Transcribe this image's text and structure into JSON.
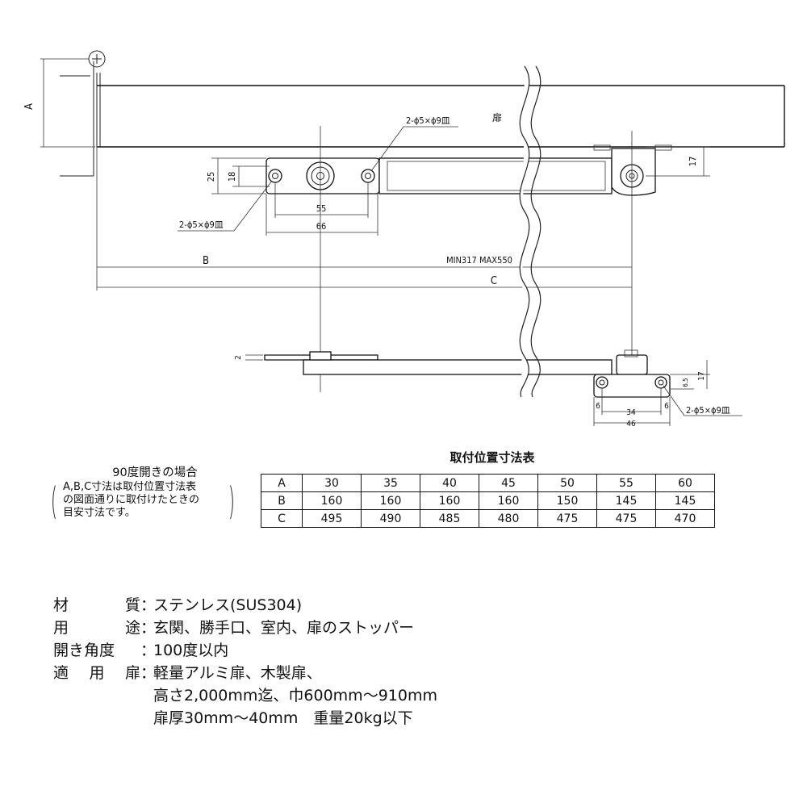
{
  "drawing": {
    "door_label": "扉",
    "hole_spec_upper": "2-ϕ5×ϕ9皿",
    "hole_spec_lower": "2-ϕ5×ϕ9皿",
    "hole_spec_bottom": "2-ϕ5×ϕ9皿",
    "dim_A": "A",
    "dim_B": "B",
    "dim_C": "C",
    "dim_25": "25",
    "dim_18": "18",
    "dim_55": "55",
    "dim_66": "66",
    "dim_17_top": "17",
    "dim_17_side": "17",
    "dim_6_5": "6.5",
    "dim_2": "2",
    "dim_6_left": "6",
    "dim_6_right": "6",
    "dim_34": "34",
    "dim_46": "46",
    "range_label": "MIN317  MAX550"
  },
  "table": {
    "title": "取付位置寸法表",
    "rows": [
      {
        "label": "A",
        "values": [
          "30",
          "35",
          "40",
          "45",
          "50",
          "55",
          "60"
        ]
      },
      {
        "label": "B",
        "values": [
          "160",
          "160",
          "160",
          "160",
          "150",
          "145",
          "145"
        ]
      },
      {
        "label": "C",
        "values": [
          "495",
          "490",
          "485",
          "480",
          "475",
          "475",
          "470"
        ]
      }
    ]
  },
  "note": {
    "title": "90度開きの場合",
    "lines": [
      "A,B,C寸法は取付位置寸法表",
      "の図面通りに取付けたときの",
      "目安寸法です。"
    ],
    "paren_left": "(",
    "paren_right": ")"
  },
  "specs": {
    "material_key": [
      "材",
      "質"
    ],
    "material_value": "ステンレス(SUS304)",
    "use_key": [
      "用",
      "途"
    ],
    "use_value": "玄関、勝手口、室内、扉のストッパー",
    "angle_key": [
      "開き角度"
    ],
    "angle_value": "100度以内",
    "door_key": [
      "適",
      "用",
      "扉"
    ],
    "door_value_1": "軽量アルミ扉、木製扉、",
    "door_value_2": "高さ2,000mm迄、巾600mm～910mm",
    "door_value_3": "扉厚30mm～40mm　重量20kg以下",
    "colon": "："
  }
}
